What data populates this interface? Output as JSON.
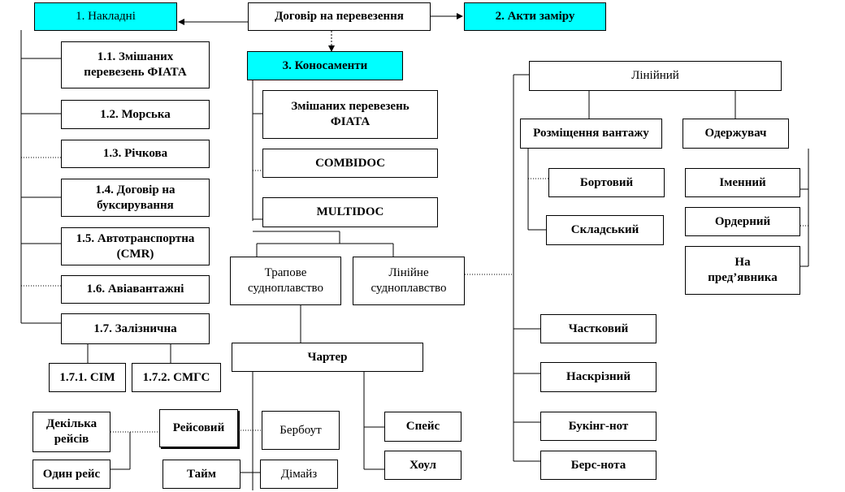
{
  "nodes": {
    "contract": "Договір на перевезення",
    "waybills": "1. Накладні",
    "measure_acts": "2. Акти заміру",
    "bills_of_lading": "3. Коносаменти",
    "w_mixed_fiata": "1.1. Змішаних\nперевезень ФІАТА",
    "w_sea": "1.2. Морська",
    "w_river": "1.3. Річкова",
    "w_towing": "1.4. Договір на\nбуксирування",
    "w_auto_cmr": "1.5. Автотранспортна\n(CMR)",
    "w_air": "1.6. Авіавантажні",
    "w_rail": "1.7. Залізнична",
    "w_cim": "1.7.1. CIM",
    "w_smgs": "1.7.2. СМГС",
    "b_mixed_fiata": "Змішаних перевезень\nФІАТА",
    "b_combidoc": "COMBIDOC",
    "b_multidoc": "MULTIDOC",
    "tramp": "Трапове\nсудноплавство",
    "liner_shipping": "Лінійне\nсудноплавство",
    "charter": "Чартер",
    "voyage": "Рейсовий",
    "several_voyages": "Декілька\nрейсів",
    "one_voyage": "Один рейс",
    "time": "Тайм",
    "bareboat": "Бербоут",
    "demise": "Дімайз",
    "space": "Спейс",
    "whole": "Хоул",
    "linear": "Лінійний",
    "cargo_placement": "Розміщення вантажу",
    "recipient": "Одержувач",
    "onboard": "Бортовий",
    "warehouse": "Складський",
    "named": "Іменний",
    "order": "Ордерний",
    "bearer": "На\nпред’явника",
    "partial": "Частковий",
    "through": "Наскрізний",
    "booking_note": "Букінг-нот",
    "berth_note": "Берс-нота"
  }
}
